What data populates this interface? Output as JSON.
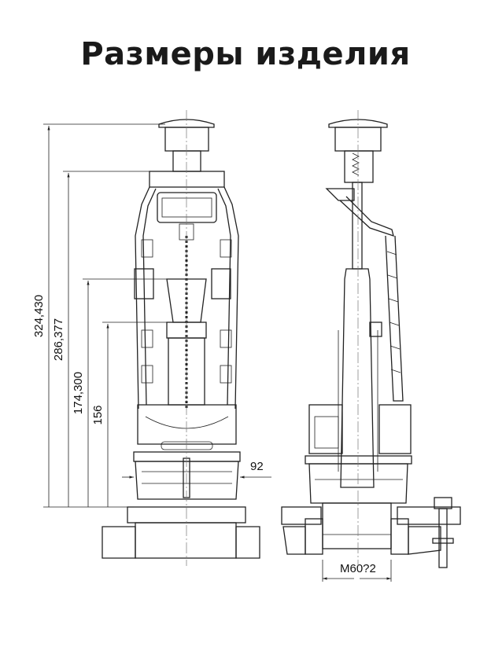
{
  "title": "Размеры изделия",
  "dimensions": {
    "total_height": "324,430",
    "upper_height": "286,377",
    "mid_height": "174,300",
    "lower_height": "156",
    "side_width": "92",
    "thread": "M60?2"
  }
}
